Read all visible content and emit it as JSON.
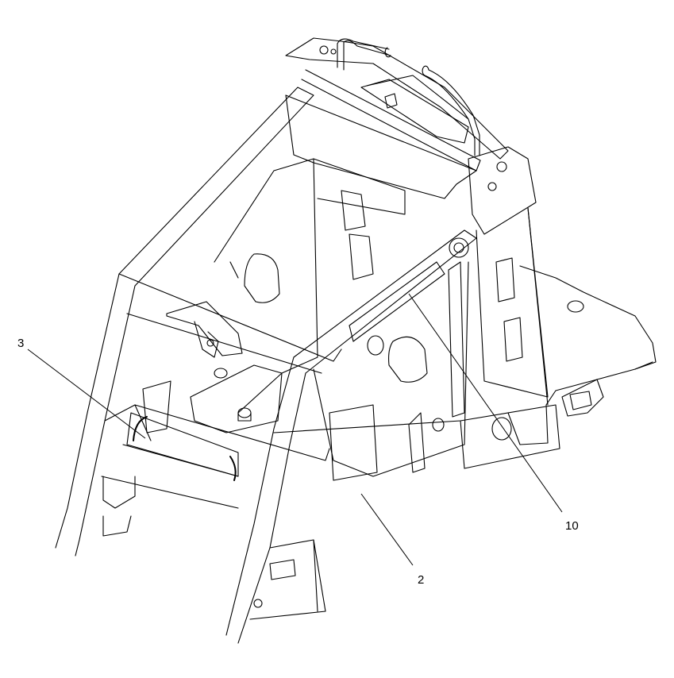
{
  "callouts": [
    {
      "id": "3",
      "label": "3"
    },
    {
      "id": "10",
      "label": "10"
    },
    {
      "id": "2",
      "label": "2"
    }
  ],
  "colors": {
    "line": "#000000",
    "background": "#ffffff"
  }
}
